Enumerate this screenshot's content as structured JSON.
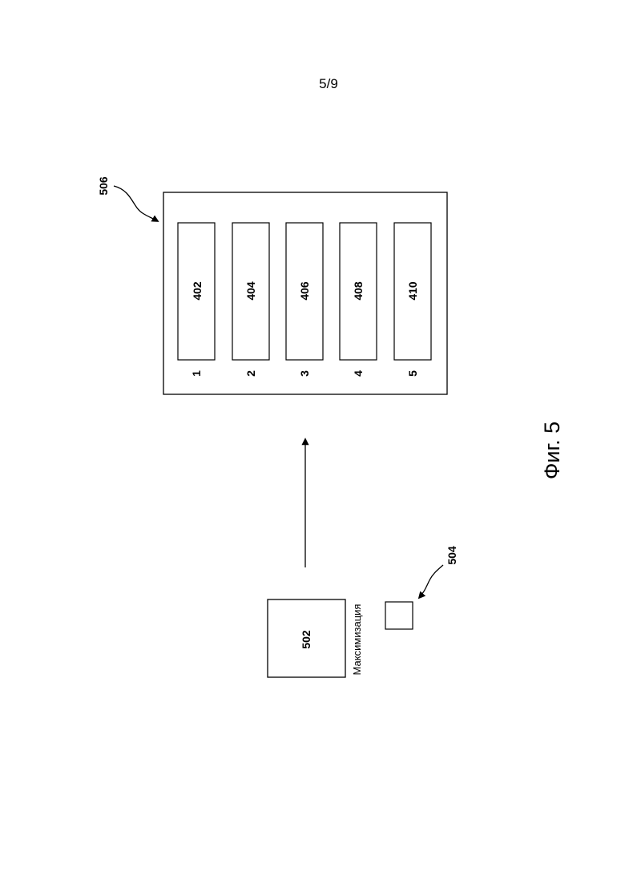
{
  "sheet_number": "5/9",
  "figure_label": "Фиг. 5",
  "container": {
    "ref": "506",
    "slots": [
      {
        "index": "1",
        "ref": "402"
      },
      {
        "index": "2",
        "ref": "404"
      },
      {
        "index": "3",
        "ref": "406"
      },
      {
        "index": "4",
        "ref": "408"
      },
      {
        "index": "5",
        "ref": "410"
      }
    ]
  },
  "source_block": {
    "ref": "502",
    "caption": "Максимизация"
  },
  "small_block": {
    "ref": "504"
  }
}
